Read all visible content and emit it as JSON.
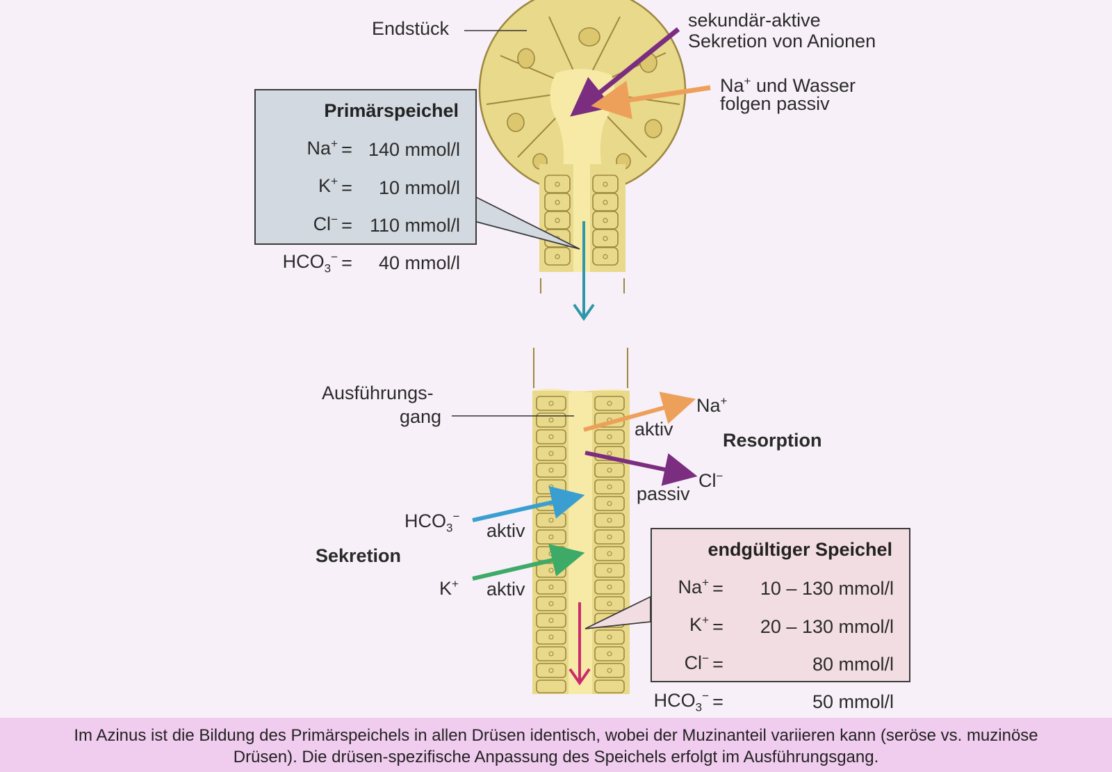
{
  "labels": {
    "endstueck": "Endstück",
    "sekundaer_line1": "sekundär-aktive",
    "sekundaer_line2": "Sekretion von Anionen",
    "na_wasser_ion": "Na",
    "na_wasser_sup": "+",
    "na_wasser_rest": " und Wasser",
    "na_wasser_line2": "folgen passiv",
    "ausfuehrung_line1": "Ausführungs-",
    "ausfuehrung_line2": "gang",
    "resorption": "Resorption",
    "sekretion": "Sekretion",
    "na_out": "Na",
    "na_out_sup": "+",
    "aktiv_na": "aktiv",
    "cl_out": "Cl",
    "cl_out_sup": "−",
    "passiv_cl": "passiv",
    "hco3_in": "HCO",
    "hco3_in_sub": "3",
    "hco3_in_sup": "−",
    "aktiv_hco3": "aktiv",
    "k_in": "K",
    "k_in_sup": "+",
    "aktiv_k": "aktiv"
  },
  "primaerspeichel": {
    "title": "Primärspeichel",
    "rows": [
      {
        "ion": "Na",
        "sub": "",
        "sup": "+",
        "eq": "=",
        "value": "140 mmol/l"
      },
      {
        "ion": "K",
        "sub": "",
        "sup": "+",
        "eq": "=",
        "value": "10 mmol/l"
      },
      {
        "ion": "Cl",
        "sub": "",
        "sup": "−",
        "eq": "=",
        "value": "110 mmol/l"
      },
      {
        "ion": "HCO",
        "sub": "3",
        "sup": "−",
        "eq": "=",
        "value": "40 mmol/l"
      }
    ]
  },
  "endgueltiger_speichel": {
    "title": "endgültiger Speichel",
    "rows": [
      {
        "ion": "Na",
        "sub": "",
        "sup": "+",
        "eq": "=",
        "value": "10 – 130 mmol/l"
      },
      {
        "ion": "K",
        "sub": "",
        "sup": "+",
        "eq": "=",
        "value": "20 – 130 mmol/l"
      },
      {
        "ion": "Cl",
        "sub": "",
        "sup": "−",
        "eq": "=",
        "value": "80 mmol/l"
      },
      {
        "ion": "HCO",
        "sub": "3",
        "sup": "−",
        "eq": "=",
        "value": "50 mmol/l"
      }
    ]
  },
  "caption": {
    "line1": "Im Azinus ist die Bildung des Primärspeichels in allen Drüsen identisch, wobei der Muzinanteil variieren kann (seröse vs. muzinöse",
    "line2": "Drüsen). Die drüsen-spezifische Anpassung des Speichels erfolgt im Ausführungsgang."
  },
  "colors": {
    "background": "#f7f0f8",
    "tissue": "#e9d98a",
    "tissue_outline": "#9c8740",
    "lumen": "#f6eaa6",
    "purple_arrow": "#7b2e80",
    "orange_arrow": "#eda05a",
    "teal_arrow": "#2f97a8",
    "blue_arrow": "#3a9fd0",
    "green_arrow": "#3daa68",
    "magenta_arrow": "#cc2a6a",
    "primary_box": "#d3d9e0",
    "final_box": "#f2dde3",
    "caption_bar": "#f0ccef"
  }
}
